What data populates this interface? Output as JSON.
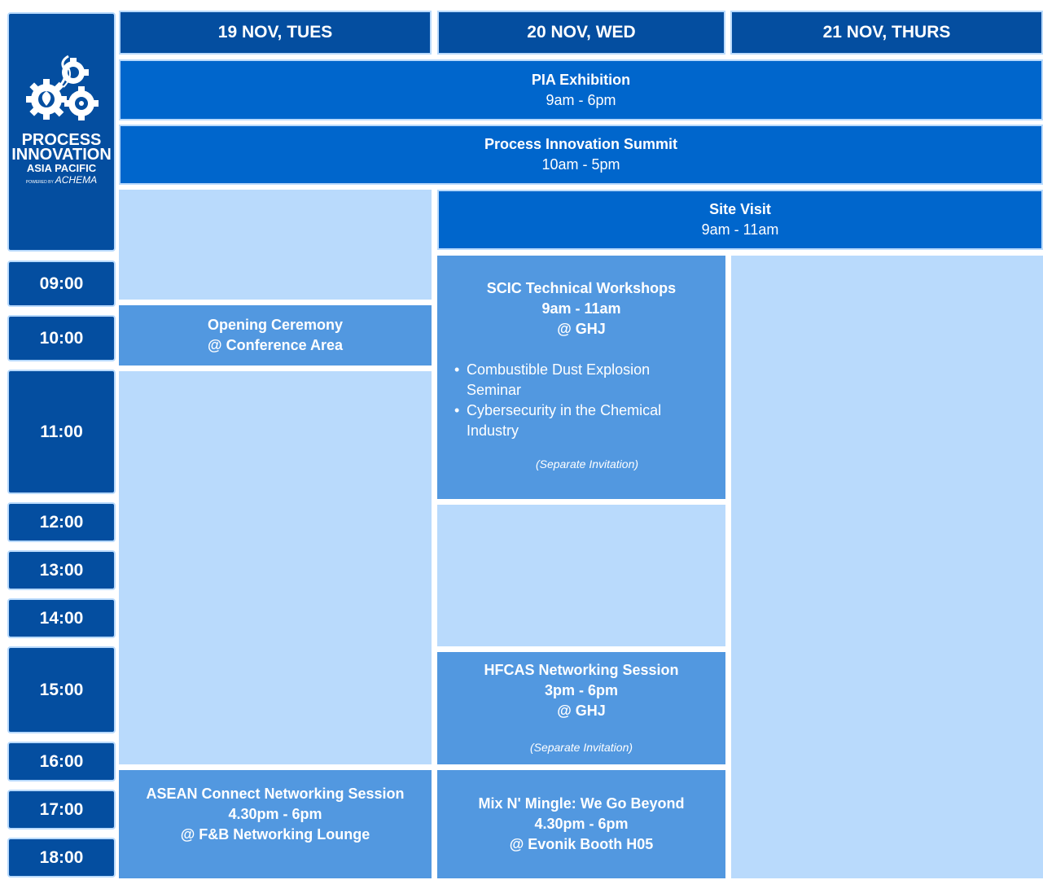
{
  "logo": {
    "line1": "PROCESS",
    "line2": "INNOVATION",
    "line3": "ASIA PACIFIC",
    "powered_by": "POWERED BY",
    "brand": "ACHEMA"
  },
  "days": [
    "19 NOV, TUES",
    "20 NOV, WED",
    "21 NOV, THURS"
  ],
  "times": [
    "09:00",
    "10:00",
    "11:00",
    "12:00",
    "13:00",
    "14:00",
    "15:00",
    "16:00",
    "17:00",
    "18:00"
  ],
  "events": {
    "pia_exhibition": {
      "title": "PIA Exhibition",
      "time": "9am - 6pm"
    },
    "summit": {
      "title": "Process Innovation Summit",
      "time": "10am - 5pm"
    },
    "site_visit": {
      "title": "Site Visit",
      "time": "9am - 11am"
    },
    "opening": {
      "title": "Opening Ceremony",
      "location": "@ Conference Area"
    },
    "scic": {
      "title": "SCIC Technical Workshops",
      "time": "9am - 11am",
      "location": "@ GHJ",
      "items": [
        "Combustible Dust Explosion Seminar",
        "Cybersecurity in the Chemical Industry"
      ],
      "note": "(Separate Invitation)"
    },
    "hfcas": {
      "title": "HFCAS Networking Session",
      "time": "3pm - 6pm",
      "location": "@ GHJ",
      "note": "(Separate Invitation)"
    },
    "asean": {
      "title": "ASEAN Connect Networking Session",
      "time": "4.30pm - 6pm",
      "location": "@ F&B Networking Lounge"
    },
    "mingle": {
      "title": "Mix N' Mingle: We Go Beyond",
      "time": "4.30pm - 6pm",
      "location": "@ Evonik Booth H05"
    }
  }
}
